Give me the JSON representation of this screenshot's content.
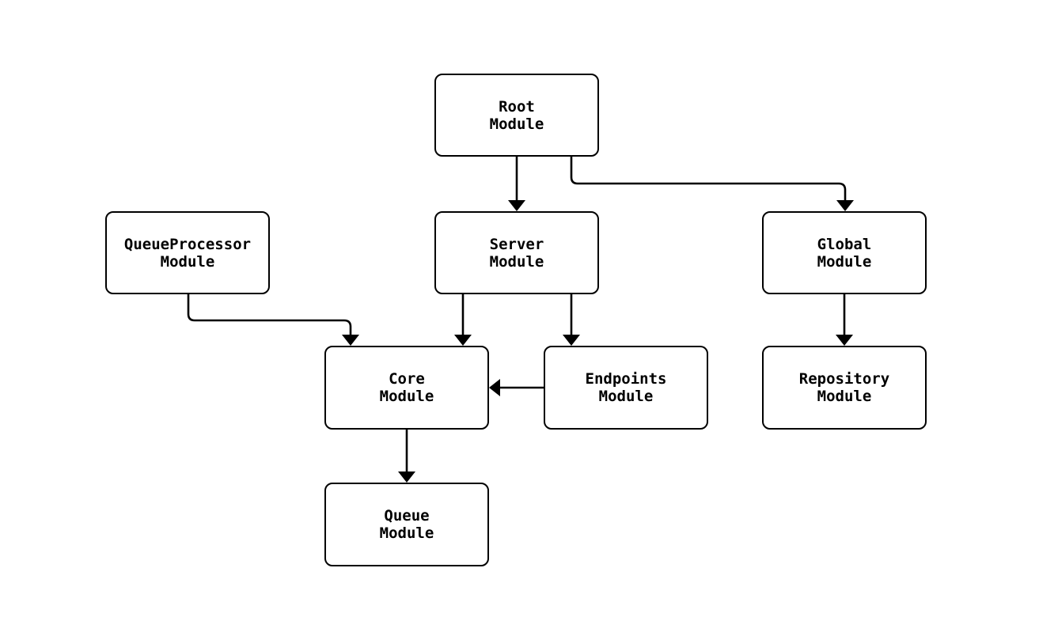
{
  "diagram": {
    "type": "flowchart",
    "background_color": "#ffffff",
    "stroke_color": "#000000",
    "node_fill_color": "#ffffff",
    "text_color": "#000000",
    "nodes": {
      "root": {
        "label": "Root\nModule"
      },
      "server": {
        "label": "Server\nModule"
      },
      "queueprocessor": {
        "label": "QueueProcessor\nModule"
      },
      "global": {
        "label": "Global\nModule"
      },
      "core": {
        "label": "Core\nModule"
      },
      "endpoints": {
        "label": "Endpoints\nModule"
      },
      "repository": {
        "label": "Repository\nModule"
      },
      "queue": {
        "label": "Queue\nModule"
      }
    },
    "edges": [
      {
        "from": "root",
        "to": "server"
      },
      {
        "from": "root",
        "to": "global"
      },
      {
        "from": "queueprocessor",
        "to": "core"
      },
      {
        "from": "server",
        "to": "core"
      },
      {
        "from": "server",
        "to": "endpoints"
      },
      {
        "from": "endpoints",
        "to": "core"
      },
      {
        "from": "global",
        "to": "repository"
      },
      {
        "from": "core",
        "to": "queue"
      }
    ]
  }
}
